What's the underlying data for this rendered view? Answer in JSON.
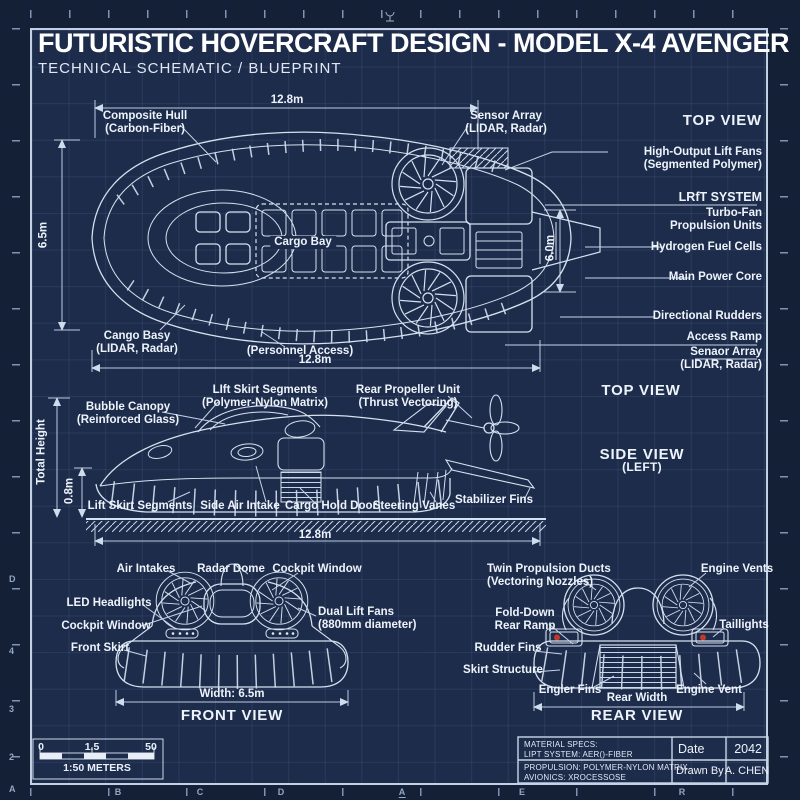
{
  "header": {
    "title": "FUTURISTIC HOVERCRAFT DESIGN - MODEL X-4 AVENGER",
    "subtitle": "TECHNICAL SCHEMATIC / BLUEPRINT"
  },
  "colors": {
    "background": "#142036",
    "panel": "#1e2c4c",
    "line": "#d6e1ef",
    "text": "#edf3fa",
    "accent_red": "#c0392b"
  },
  "top_view": {
    "dim_length_top": "12.8m",
    "dim_length_bottom": "12.8m",
    "dim_width_left": "6.5m",
    "dim_width_right": "6.0m",
    "composite_hull": [
      "Composite Hull",
      "(Carbon-Fiber)"
    ],
    "sensor_array": [
      "Sensor Array",
      "(LIDAR, Radar)"
    ],
    "cargo_bay": "Cargo Bay",
    "cango_basy": [
      "Cango Basy",
      "(LIDAR, Radar)"
    ],
    "personnel_access": "(Personnel Access)"
  },
  "right_panel": {
    "heading": "TOP VIEW",
    "lift_fans": [
      "High-Output Lift Fans",
      "(Segmented Polymer)"
    ],
    "lift_system": "LRfT SYSTEM",
    "turbo_fan": [
      "Turbo-Fan",
      "Propulsion Units"
    ],
    "fuel_cells": "Hydrogen Fuel Cells",
    "power_core": "Main Power Core",
    "rudders": "Directional Rudders",
    "access_ramp": "Access Ramp",
    "sensor_array": [
      "Senaor Array",
      "(LIDAR, Radar)"
    ]
  },
  "side_view": {
    "top_view_heading": "TOP VIEW",
    "heading": [
      "SIDE VIEW",
      "(LEFT)"
    ],
    "lift_skirt_top": [
      "LIft Skirt Segments",
      "(Polymer-Nylon Matrix)"
    ],
    "bubble_canopy": [
      "Bubble Canopy",
      "(Reinforced Glass)"
    ],
    "rear_propeller": [
      "Rear Propeller Unit",
      "(Thrust Vectoring)"
    ],
    "total_height": "Total Height",
    "dim_skirt_height": "0.8m",
    "lift_skirt": "Lift Skirt Segments",
    "side_air_intake": "Side Air Intake",
    "cargo_hold_door": "Cargo Hold Door",
    "steering_vanes": "Steering Vanes",
    "stabilizer_fins": "Stabilizer Fins",
    "dim_length": "12.8m"
  },
  "front_view": {
    "heading": "FRONT VIEW",
    "air_intakes": "Air Intakes",
    "radar_dome": "Radar Dome",
    "cockpit_window_upper": "Cockpit Window",
    "led_headlights": "LED Headlights",
    "cockpit_window": "Cockpit Window",
    "front_skirt": "Front Skirt",
    "dual_lift_fans": [
      "Dual Lift Fans",
      "(880mm diameter)"
    ],
    "dim_width": "Width: 6.5m"
  },
  "rear_view": {
    "heading": "REAR VIEW",
    "twin_ducts": [
      "Twin Propulsion Ducts",
      "(Vectoring Nozzles)"
    ],
    "engine_vents": "Engine Vents",
    "fold_down_ramp": [
      "Fold-Down",
      "Rear Ramp"
    ],
    "taillights": "Taillights",
    "rudder_fins": "Rudder Fins",
    "skirt_structure": "Skirt Structure",
    "engler_fins": "Engler Fins",
    "rear_width": "Rear Width",
    "engine_vent": "Engine Vent"
  },
  "scale_bar": {
    "tick_start": "0",
    "tick_mid": "1.5",
    "tick_end": "50",
    "caption": "1:50 METERS"
  },
  "title_block": {
    "material_specs": [
      "MATERIAL SPECS:",
      "LIPT SYSTEM: AER()-FIBER"
    ],
    "propulsion_specs": [
      "PROPULSION: POLYMER-NYLON MATRIX",
      "AVIONICS: XROCESSOSE"
    ],
    "date_label": "Date",
    "date_value": "2042",
    "drawn_by_label": "Drawn By",
    "drawn_by_value": "A. CHEN"
  },
  "frame": {
    "bottom_labels": [
      "B",
      "C",
      "D",
      "A",
      "E",
      "R"
    ],
    "left_labels": [
      "D",
      "4",
      "3",
      "2",
      "A"
    ]
  }
}
